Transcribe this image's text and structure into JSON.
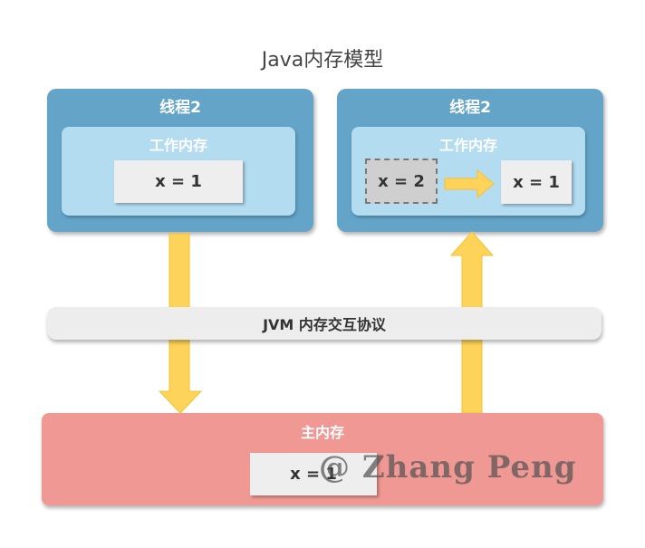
{
  "title": "Java内存模型",
  "left_thread": {
    "label": "线程2",
    "work_memory_label": "工作内存",
    "var_value": "x = 1"
  },
  "right_thread": {
    "label": "线程2",
    "work_memory_label": "工作内存",
    "old_value": "x = 2",
    "new_value": "x = 1"
  },
  "protocol_label": "JVM 内存交互协议",
  "main_memory": {
    "label": "主内存",
    "var_value": "x = 1"
  },
  "watermark": "@ Zhang Peng",
  "colors": {
    "thread": "#63a4c8",
    "work_memory": "#b3dcf0",
    "main_memory": "#f09893",
    "arrow": "#fdd35a"
  }
}
